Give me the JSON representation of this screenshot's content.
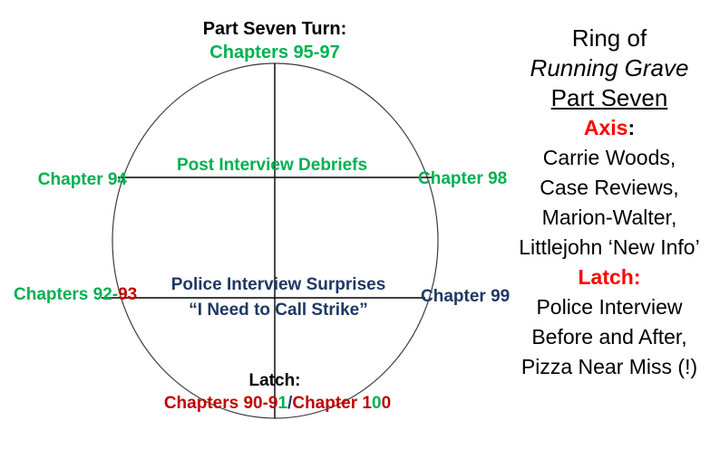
{
  "palette": {
    "green": "#00B050",
    "dark_red": "#C00000",
    "bright_red": "#FF0000",
    "navy": "#1F3864",
    "black": "#000000"
  },
  "diagram": {
    "top_label": {
      "line1": "Part Seven Turn:",
      "line2": "Chapters 95-97"
    },
    "upper_axis": {
      "left": "Chapter 94",
      "title": "Post Interview Debriefs",
      "right": "Chapter 98"
    },
    "lower_axis": {
      "left_part1": "Chapters 92-",
      "left_part2": "93",
      "title_line1": "Police Interview Surprises",
      "title_line2": "“I Need to Call Strike”",
      "right": "Chapter 99"
    },
    "bottom_label": {
      "title": "Latch:",
      "part1": "Chapters 90-9",
      "part2": "1",
      "part3": "/",
      "part4": "Chapter 1",
      "part5": "0",
      "part6": "0"
    }
  },
  "side_panel": {
    "line1": "Ring of",
    "line2": "Running Grave",
    "line3": "Part Seven",
    "line4_label": "Axis",
    "line4_colon": ":",
    "line5": "Carrie Woods,",
    "line6": "Case Reviews,",
    "line7": "Marion-Walter,",
    "line8": "Littlejohn ‘New Info’",
    "line9": "Latch:",
    "line10": "Police Interview",
    "line11": "Before and After,",
    "line12": "Pizza Near Miss (!)"
  }
}
